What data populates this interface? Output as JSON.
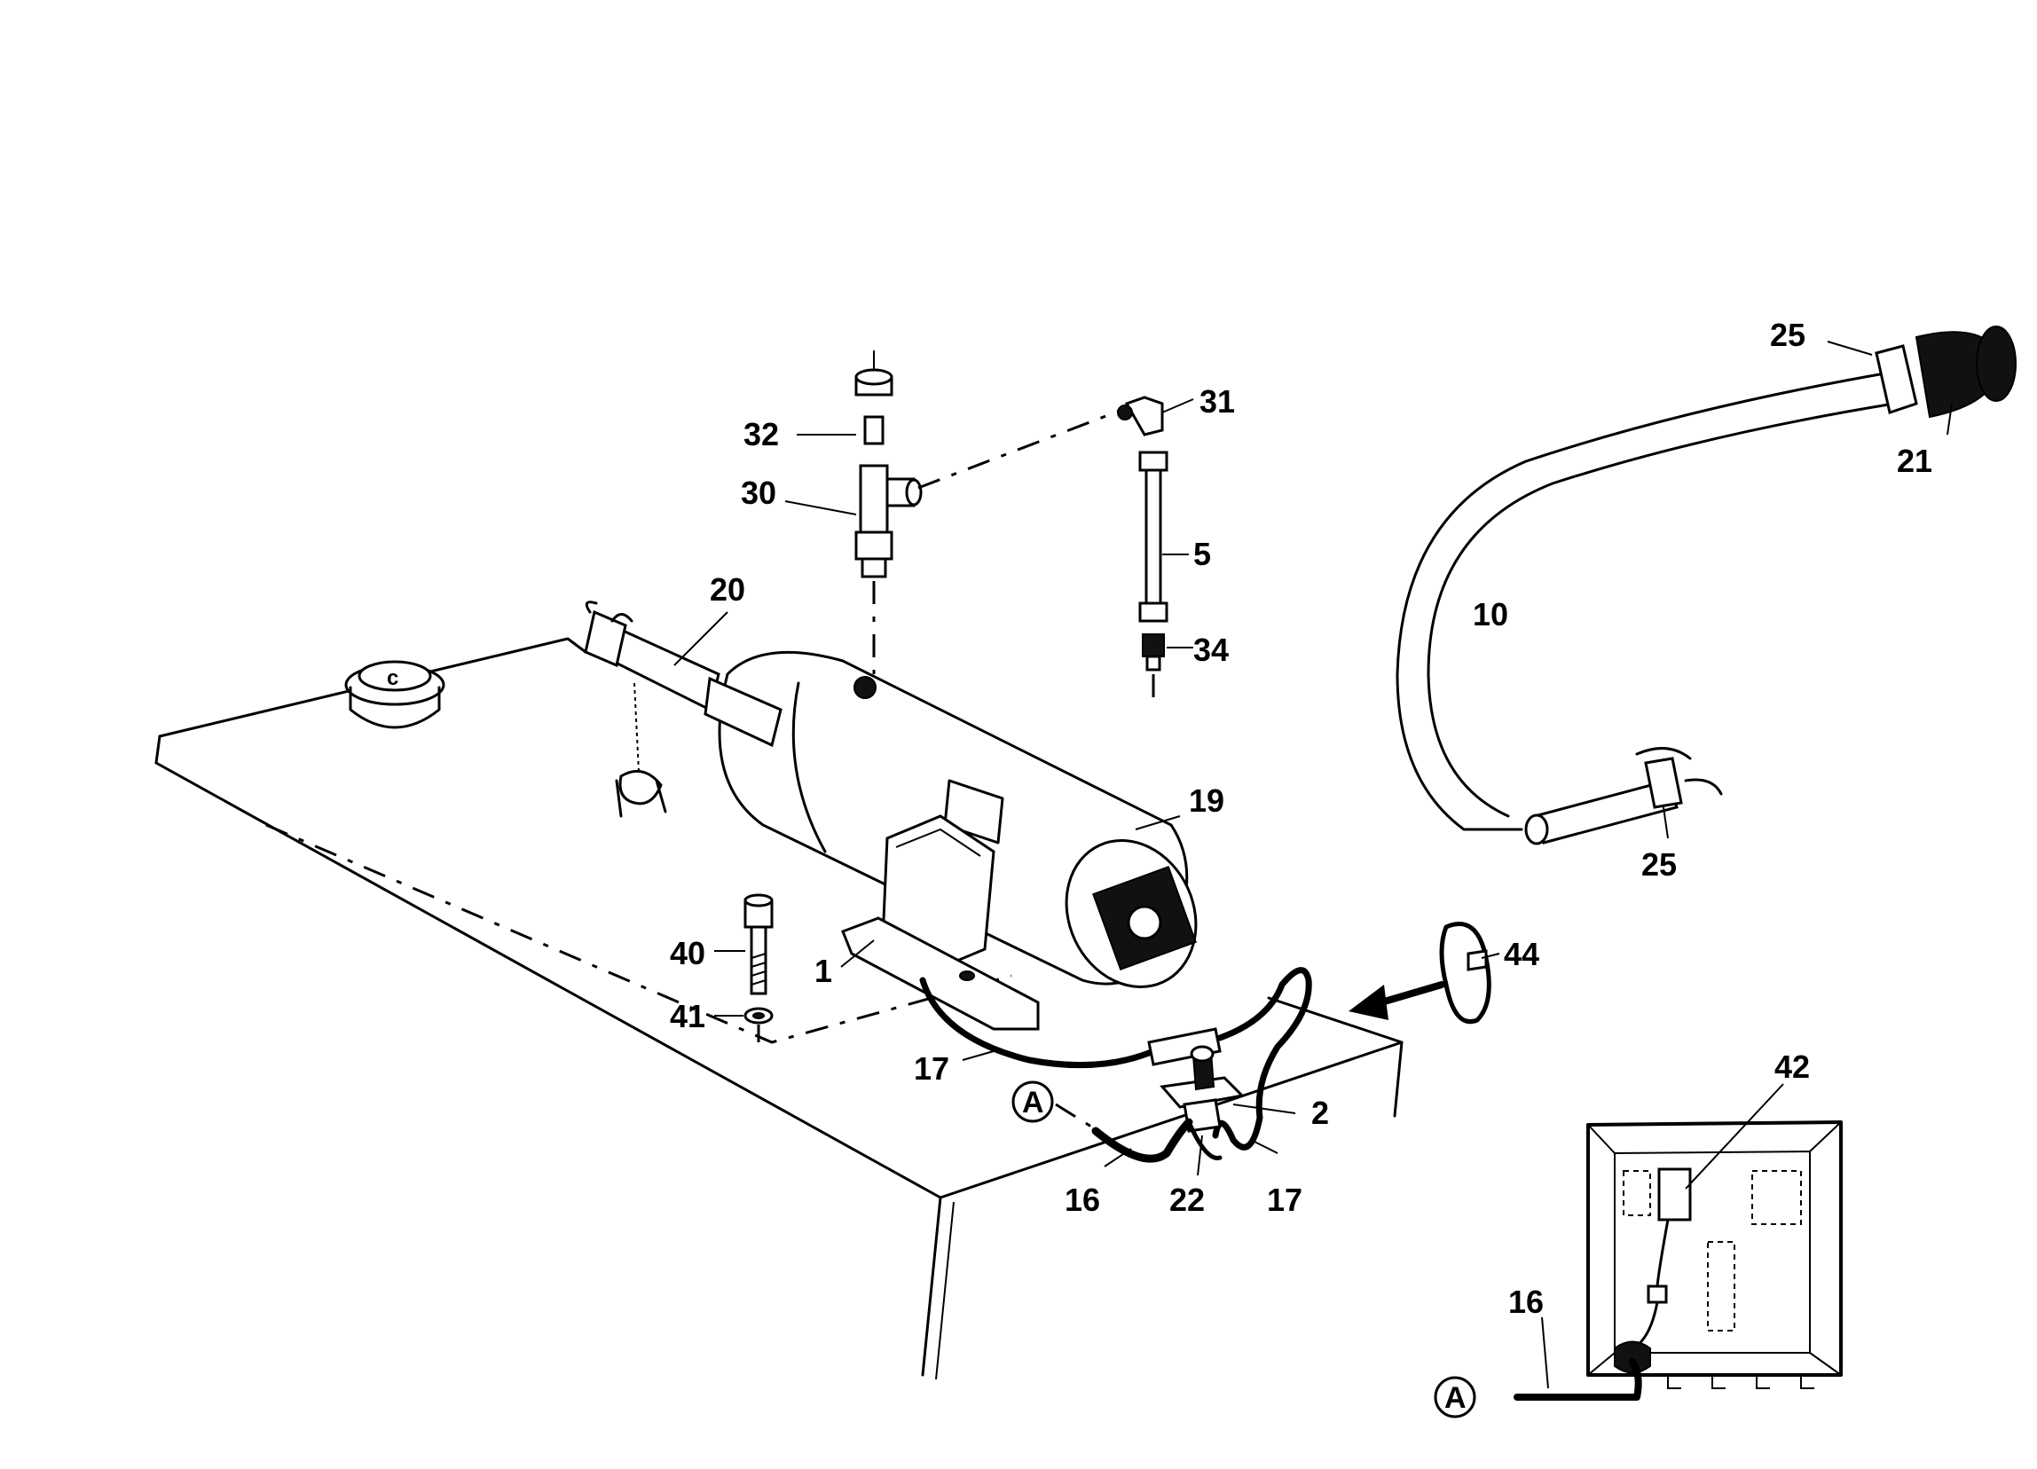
{
  "callouts": {
    "c1": "1",
    "c2": "2",
    "c5": "5",
    "c10": "10",
    "c16a": "16",
    "c16b": "16",
    "c17a": "17",
    "c17b": "17",
    "c19": "19",
    "c20": "20",
    "c21": "21",
    "c22": "22",
    "c25a": "25",
    "c25b": "25",
    "c30": "30",
    "c31": "31",
    "c32": "32",
    "c34": "34",
    "c40": "40",
    "c41": "41",
    "c42": "42",
    "c44": "44"
  },
  "connector": {
    "letter_a1": "A",
    "letter_a2": "A"
  }
}
